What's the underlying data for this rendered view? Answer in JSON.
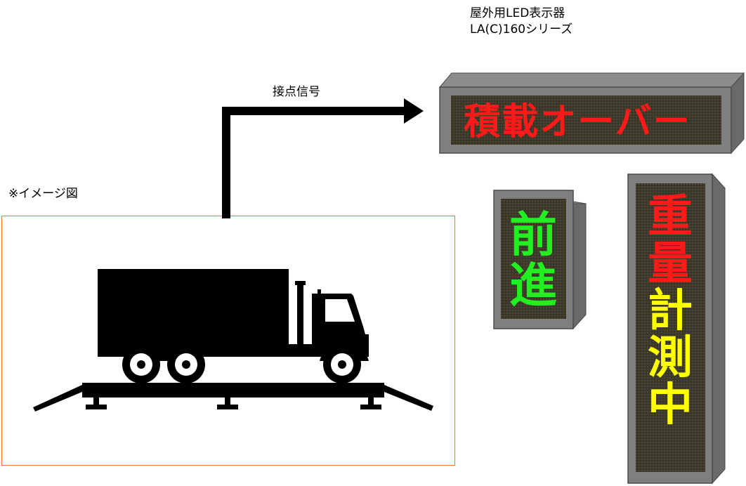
{
  "title": {
    "line1": "屋外用LED表示器",
    "line2": "LA(C)160シリーズ"
  },
  "signal_label": "接点信号",
  "image_note": "※イメージ図",
  "displays": {
    "horizontal": {
      "text": "積載オーバー",
      "color": "#ff1a1a"
    },
    "forward": {
      "chars": [
        "前",
        "進"
      ],
      "color": "#22ee22"
    },
    "weighing": {
      "chars": [
        {
          "char": "重",
          "color": "#ff1a1a"
        },
        {
          "char": "量",
          "color": "#ff1a1a"
        },
        {
          "char": "計",
          "color": "#ffff00"
        },
        {
          "char": "測",
          "color": "#ffff00"
        },
        {
          "char": "中",
          "color": "#ffff00"
        }
      ]
    }
  },
  "colors": {
    "led_background": "#3a3628",
    "housing_front": "#7f7f7f",
    "housing_side": "#8c8c8c",
    "housing_shadow": "#4a4a4a",
    "box_border": "#ed7d31",
    "arrow": "#000000"
  }
}
